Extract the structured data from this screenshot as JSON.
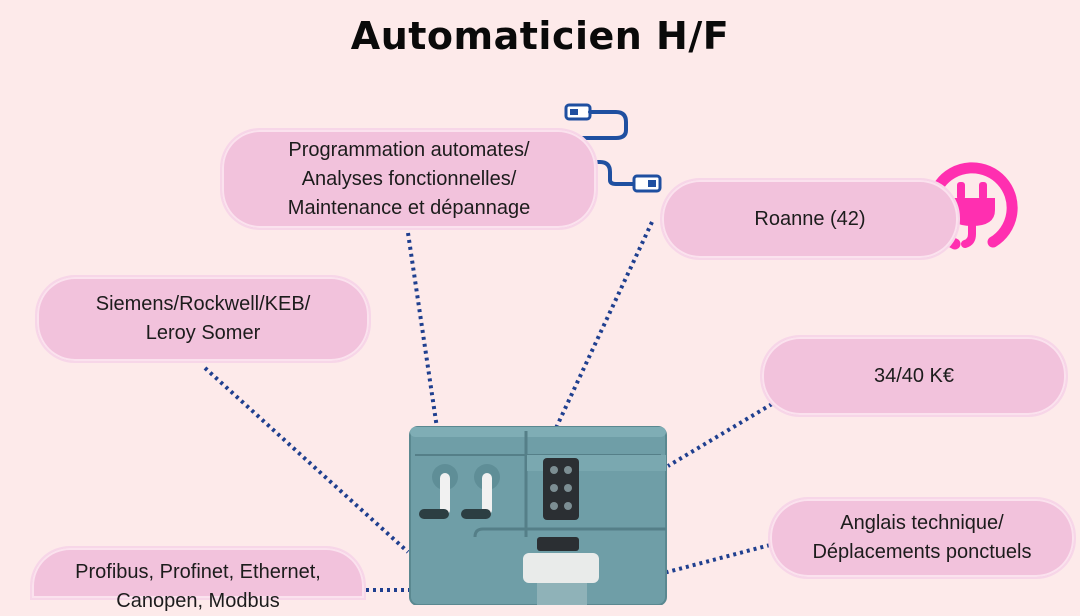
{
  "title": "Automaticien H/F",
  "bubbles": {
    "tasks": [
      "Programmation automates/",
      "Analyses fonctionnelles/",
      "Maintenance et dépannage"
    ],
    "location": "Roanne (42)",
    "brands": [
      "Siemens/Rockwell/KEB/",
      "Leroy Somer"
    ],
    "salary": "34/40 K€",
    "skills": [
      "Anglais technique/",
      "Déplacements ponctuels"
    ],
    "protocols": [
      "Profibus, Profinet, Ethernet,",
      "Canopen, Modbus"
    ]
  },
  "icons": {
    "cable": "usb-cable-icon",
    "plug": "power-plug-icon",
    "cabinet": "control-cabinet-icon"
  },
  "colors": {
    "background": "#fdeaea",
    "bubble": "#f2c2dc",
    "connector": "#1f3f8f",
    "plug": "#ff2fb0",
    "cable": "#1f4fa0",
    "cabinet": "#6f9ea7"
  }
}
